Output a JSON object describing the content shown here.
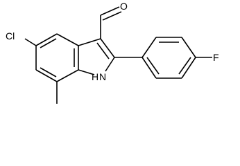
{
  "molecule": {
    "atom_labels": {
      "chlorine": "Cl",
      "oxygen": "O",
      "fluorine": "F",
      "nitrogen": "N",
      "hydrogen": "H"
    }
  },
  "colors": {
    "bond": "#000000",
    "label": "#000000",
    "background": "#ffffff"
  }
}
